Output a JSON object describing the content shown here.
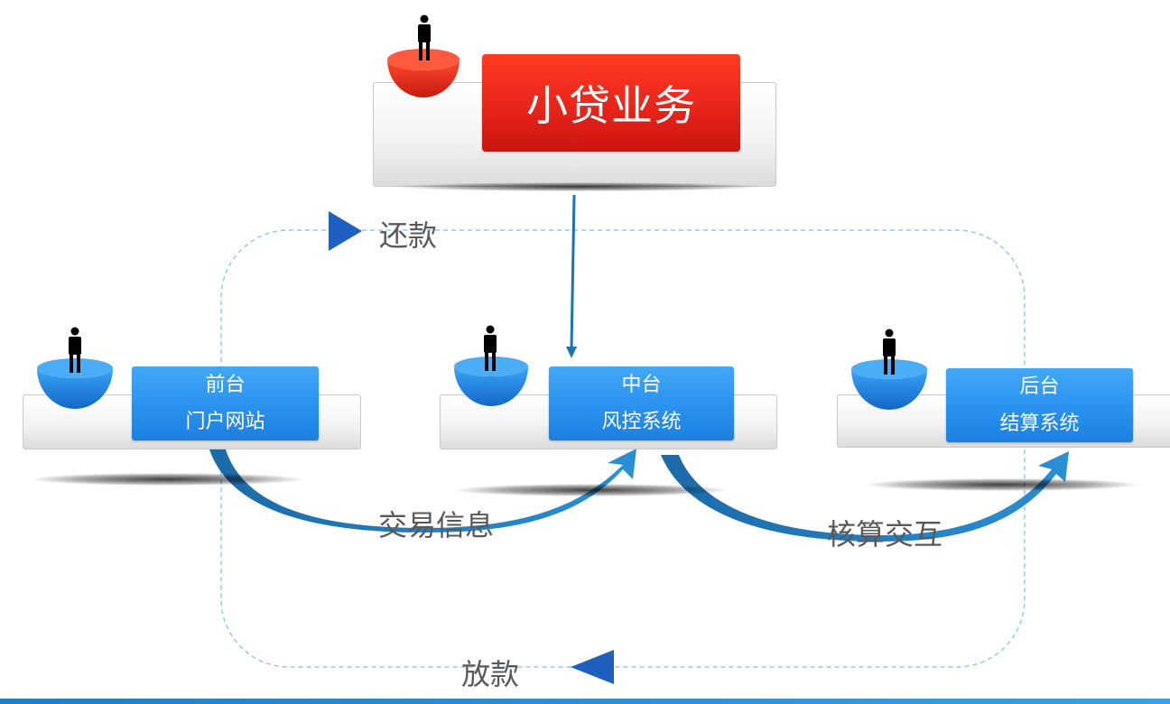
{
  "main_business": {
    "label": "小贷业务"
  },
  "systems": [
    {
      "line1": "前台",
      "line2": "门户网站"
    },
    {
      "line1": "中台",
      "line2": "风控系统"
    },
    {
      "line1": "后台",
      "line2": "结算系统"
    }
  ],
  "flows": {
    "repayment": "还款",
    "loan": "放款",
    "transaction_info": "交易信息",
    "accounting": "核算交互"
  },
  "colors": {
    "red": "#e8251a",
    "blue": "#2a92ee",
    "arrow_blue": "#1a73b8",
    "dashed_loop": "#8fcbea",
    "triangle": "#1f5fbf"
  }
}
